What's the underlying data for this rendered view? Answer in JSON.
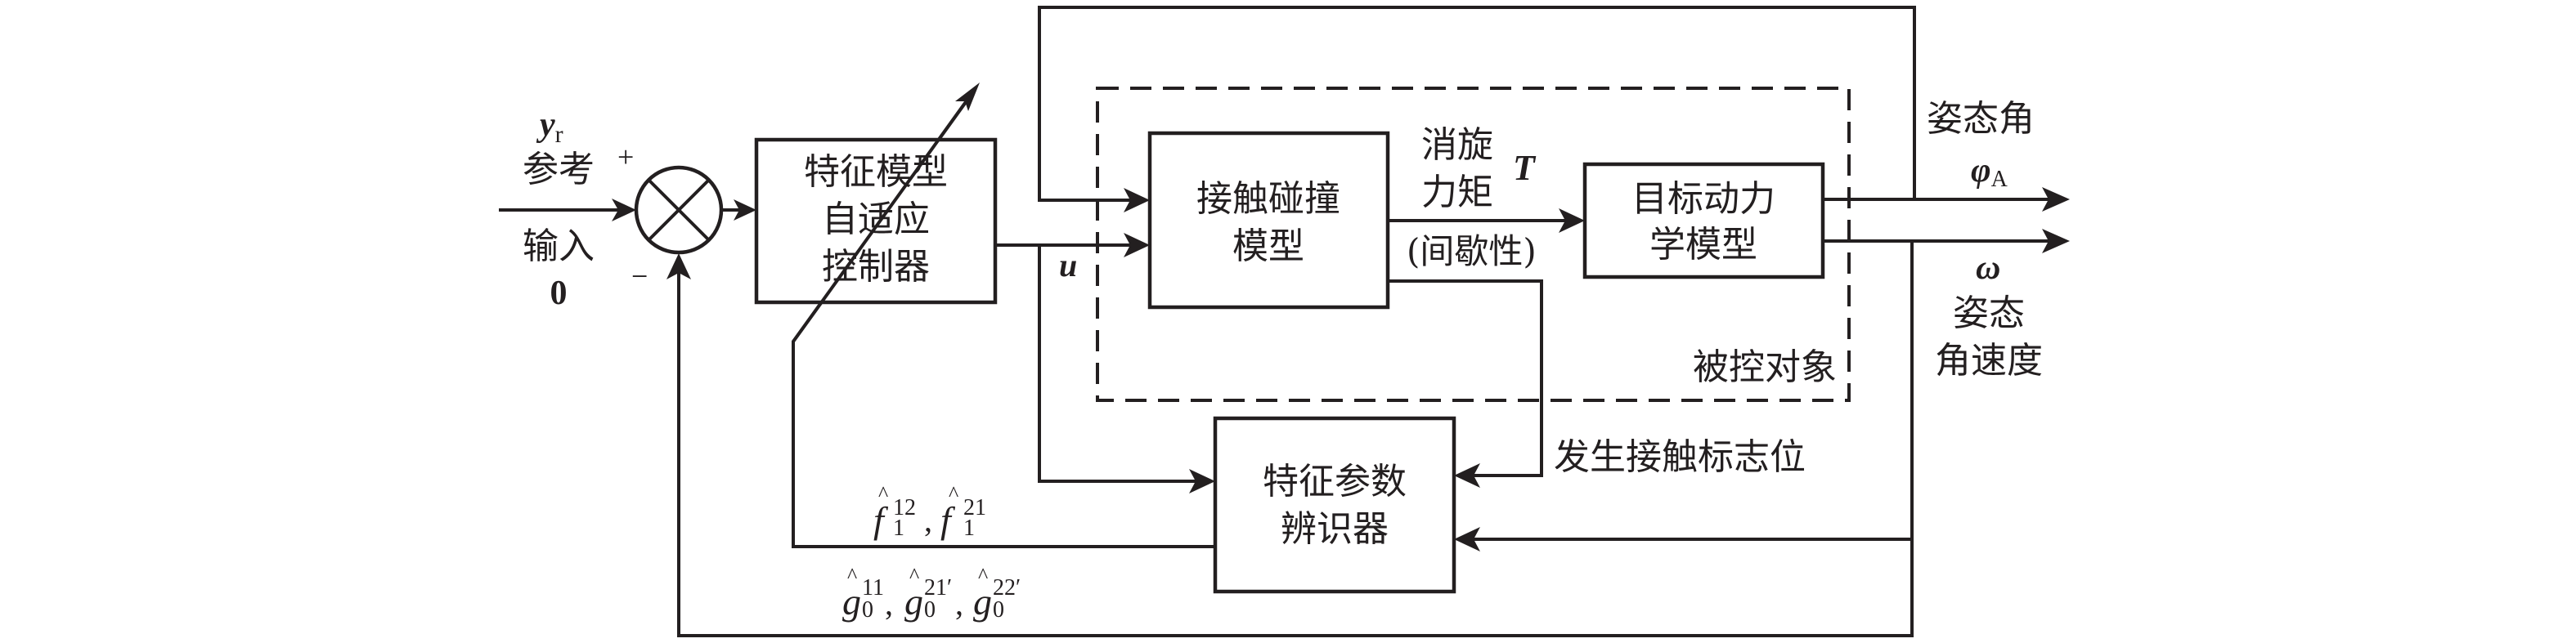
{
  "diagram": {
    "type": "control-block-diagram",
    "colors": {
      "line": "#231f20",
      "background": "#ffffff"
    },
    "inputs": {
      "reference_symbol": "y",
      "reference_subscript": "r",
      "reference_label": "参考",
      "plus_sign": "+",
      "input_label": "输入",
      "input_value": "0",
      "minus_sign": "−"
    },
    "summing_junction": {
      "name": "comparator",
      "symbol": "⊗"
    },
    "blocks": {
      "controller": {
        "lines": [
          "特征模型",
          "自适应",
          "控制器"
        ]
      },
      "contact_model": {
        "lines": [
          "接触碰撞",
          "模型"
        ]
      },
      "target_dynamics": {
        "lines": [
          "目标动力",
          "学模型"
        ]
      },
      "identifier": {
        "lines": [
          "特征参数",
          "辨识器"
        ]
      },
      "plant_group_label": "被控对象"
    },
    "signals": {
      "control": "u",
      "torque_label_lines": [
        "消旋",
        "力矩"
      ],
      "torque_symbol": "T",
      "torque_note": "(间歇性)",
      "contact_flag": "发生接触标志位",
      "attitude_angle_label": "姿态角",
      "attitude_angle_symbol": "φ",
      "attitude_angle_subscript": "A",
      "angular_rate_symbol": "ω",
      "angular_rate_label_lines": [
        "姿态",
        "角速度"
      ],
      "f_params": {
        "base": "f",
        "hat": "^",
        "items": [
          {
            "sup": "12",
            "sub": "1"
          },
          {
            "sup": "21",
            "sub": "1"
          }
        ],
        "separator": ","
      },
      "g_params": {
        "base": "g",
        "hat": "^",
        "items": [
          {
            "sup": "11",
            "sub": "0"
          },
          {
            "sup": "21′",
            "sub": "0"
          },
          {
            "sup": "22′",
            "sub": "0"
          }
        ],
        "separator": ","
      }
    }
  }
}
